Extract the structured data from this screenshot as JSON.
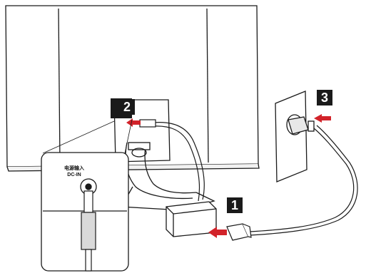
{
  "steps": {
    "step1": "1",
    "step2": "2",
    "step3": "3"
  },
  "port_label": {
    "line1": "电源输入",
    "line2": "DC-IN"
  },
  "colors": {
    "line": "#1a1a1a",
    "arrow": "#d2232a",
    "badge": "#1a1a1a",
    "badge_text": "#ffffff",
    "shade": "#d9d9d9"
  },
  "icons": {
    "monitor": "monitor-back-icon",
    "adapter": "power-adapter-icon",
    "outlet": "wall-outlet-icon",
    "zoom": "dc-in-port-detail"
  }
}
